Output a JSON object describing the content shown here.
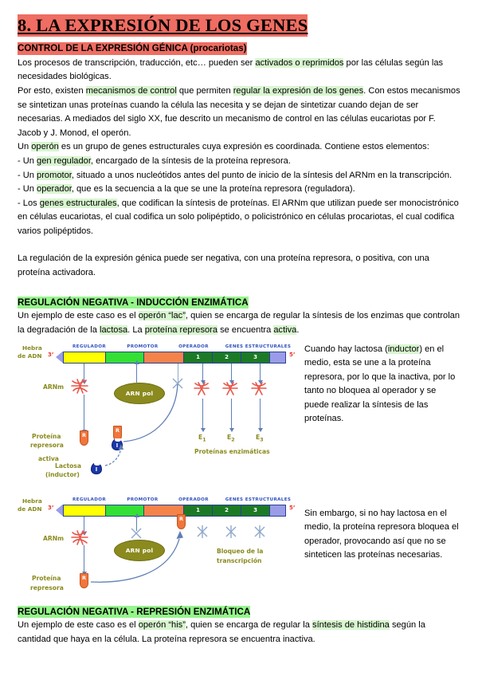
{
  "document": {
    "title": "8. LA EXPRESIÓN DE LOS GENES",
    "section1_heading": "CONTROL DE LA EXPRESIÓN GÉNICA (procariotas)",
    "p1a": "Los procesos de transcripción, traducción, etc… pueden ser ",
    "p1b": "activados o reprimidos",
    "p1c": " por las células según las necesidades biológicas.",
    "p2a": "Por esto, existen ",
    "p2b": "mecanismos de control",
    "p2c": " que permiten ",
    "p2d": "regular la expresión de los genes",
    "p2e": ". Con estos mecanismos se sintetizan unas proteínas cuando la célula las necesita y se dejan de sintetizar cuando dejan de ser necesarias. A mediados del siglo XX, fue descrito un mecanismo de control en las células eucariotas por F. Jacob y J. Monod, el operón.",
    "p3a": "Un ",
    "p3b": "operón",
    "p3c": " es un grupo de genes estructurales cuya expresión es coordinada. Contiene estos elementos:",
    "b1a": "- Un ",
    "b1b": "gen regulador",
    "b1c": ", encargado de la síntesis de la proteína represora.",
    "b2a": "- Un ",
    "b2b": "promotor",
    "b2c": ", situado a unos nucleótidos antes del punto de inicio de la síntesis del ARNm en la transcripción.",
    "b3a": "- Un ",
    "b3b": "operador",
    "b3c": ", que es la secuencia a la que se une la proteína represora (reguladora).",
    "b4a": "- Los ",
    "b4b": "genes estructurales",
    "b4c": ", que codifican la síntesis de proteínas. El ARNm que utilizan puede ser monocistrónico en células eucariotas, el cual codifica un solo polipéptido, o policistrónico en células procariotas, el cual codifica varios polipéptidos.",
    "p4": "La regulación de la expresión génica puede ser negativa, con una proteína represora, o positiva, con una proteína activadora."
  },
  "section_induccion": {
    "heading": "REGULACIÓN NEGATIVA - INDUCCIÓN ENZIMÁTICA",
    "t1a": "Un ejemplo de este caso es el ",
    "t1b": "operón “lac”",
    "t1c": ", quien se encarga de regular la síntesis de los enzimas que controlan la degradación de la ",
    "t1d": "lactosa",
    "t1e": ". La ",
    "t1f": "proteína represora",
    "t1g": " se encuentra ",
    "t1h": "activa",
    "t1i": ".",
    "caption_a": "Cuando hay lactosa (",
    "caption_hl": "inductor",
    "caption_b": ") en el medio, esta se une a la proteína represora, por lo que la inactiva, por lo tanto no bloquea al operador y se puede realizar la síntesis de las proteínas."
  },
  "section_represion": {
    "heading": "REGULACIÓN NEGATIVA - REPRESIÓN ENZIMÁTICA",
    "t1a": "Un ejemplo de este caso es el ",
    "t1b": "operón “his”",
    "t1c": ", quien se encarga de regular la ",
    "t1d": "síntesis de histidina",
    "t1e": " según la cantidad que haya en la célula. La proteína represora se encuentra inactiva.",
    "caption": "Sin embargo, si no hay lactosa en el medio, la proteína represora bloquea el operador, provocando así que no se sinteticen las proteínas necesarias."
  },
  "diagram1": {
    "strand_label_line1": "Hebra",
    "strand_label_line2": "de ADN",
    "prime3": "3’",
    "prime5": "5’",
    "label_regulador": "REGULADOR",
    "label_promotor": "PROMOTOR",
    "label_operador": "OPERADOR",
    "label_genes": "GENES ESTRUCTURALES",
    "gene1": "1",
    "gene2": "2",
    "gene3": "3",
    "arnm": "ARNm",
    "arnpol": "ARN pol",
    "prot_rep_l1": "Proteína",
    "prot_rep_l2": "represora",
    "prot_rep_l3": "activa",
    "lactosa_l1": "Lactosa",
    "lactosa_l2": "(inductor)",
    "rep_letter": "R",
    "ind_letter": "I",
    "e1": "E",
    "e1sub": "1",
    "e2": "E",
    "e2sub": "2",
    "e3": "E",
    "e3sub": "3",
    "enzimaticas": "Proteínas enzimáticas"
  },
  "diagram2": {
    "strand_label_line1": "Hebra",
    "strand_label_line2": "de ADN",
    "prime3": "3’",
    "prime5": "5’",
    "label_regulador": "REGULADOR",
    "label_promotor": "PROMOTOR",
    "label_operador": "OPERADOR",
    "label_genes": "GENES ESTRUCTURALES",
    "gene1": "1",
    "gene2": "2",
    "gene3": "3",
    "arnm": "ARNm",
    "arnpol": "ARN pol",
    "prot_rep_l1": "Proteína",
    "prot_rep_l2": "represora",
    "rep_letter": "R",
    "bloqueo_l1": "Bloqueo de la",
    "bloqueo_l2": "transcripción"
  },
  "colors": {
    "title_highlight": "#ef6d62",
    "green_highlight": "#96f58b",
    "inline_highlight": "#d8f6cf",
    "dna_regulador": "#ffff00",
    "dna_promotor": "#33e033",
    "dna_operador": "#f4834a",
    "dna_genes": "#1c7a24",
    "dna_cap": "#9a9ce8",
    "arnpol_fill": "#8a8a1f",
    "repressor": "#f0763c",
    "inducer": "#1b37a8",
    "arrow": "#5f7fb5",
    "label_blue": "#2f4fbf",
    "label_olive": "#8a8a1f",
    "mrna_red": "#e8554a"
  }
}
